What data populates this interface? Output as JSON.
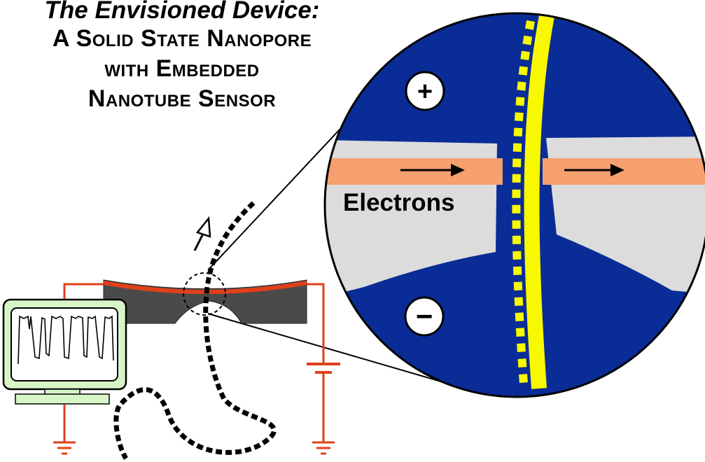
{
  "title": {
    "line1": "The Envisioned Device:",
    "line2": "A Solid State Nanopore",
    "line3": "with Embedded",
    "line4": "Nanotube Sensor"
  },
  "labels": {
    "electrons": "Electrons",
    "plus": "+",
    "minus": "−"
  },
  "colors": {
    "fluid": "#0a2c96",
    "membrane": "#dcdcdc",
    "electrode": "#f5a06e",
    "dna": "#f8f800",
    "wire": "#e0401a",
    "chip": "#4a4a4a",
    "monitor": "#d8f5c8"
  }
}
